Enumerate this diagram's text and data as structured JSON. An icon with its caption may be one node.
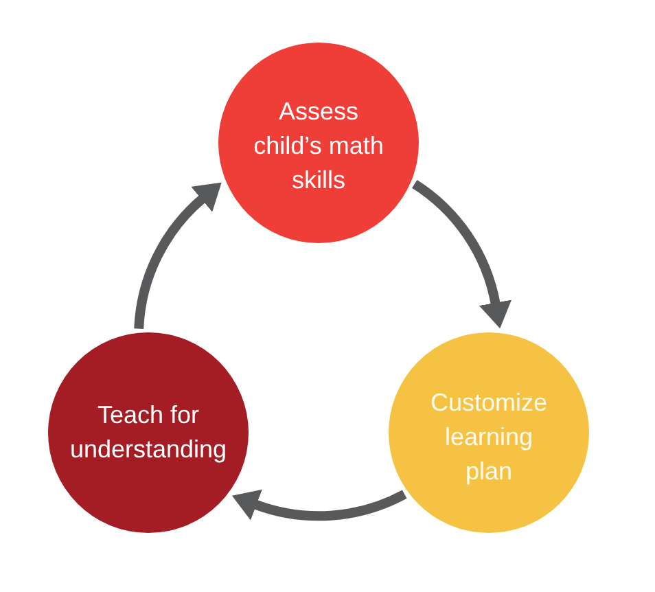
{
  "diagram": {
    "nodes": [
      {
        "text": [
          "Assess child’s math skills"
        ]
      },
      {
        "text": [
          "Customize learning plan"
        ]
      },
      {
        "text": [
          "Teach for understanding"
        ]
      }
    ],
    "edges": [
      {
        "from": 0,
        "to": 1,
        "arrow": "to"
      },
      {
        "from": 1,
        "to": 2,
        "arrow": "to"
      },
      {
        "from": 2,
        "to": 0,
        "arrow": "to"
      }
    ]
  }
}
